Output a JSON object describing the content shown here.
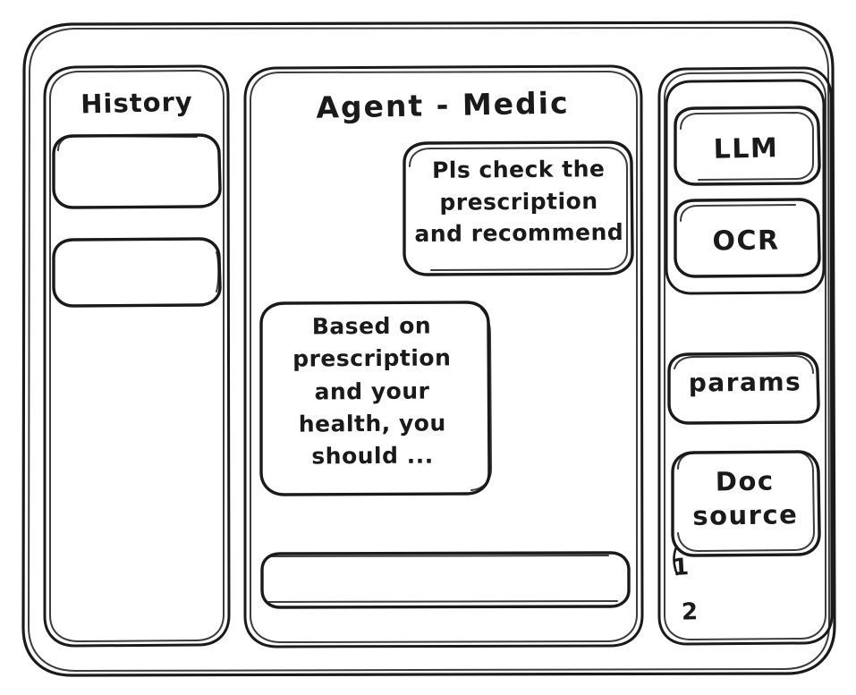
{
  "window": {
    "name": "agent-medic-wireframe",
    "stroke_color": "#1a1a1a",
    "background_color": "#ffffff"
  },
  "sidebar_left": {
    "title": "History",
    "items": [
      {
        "label": "",
        "name": "history-item-1"
      },
      {
        "label": "",
        "name": "history-item-2"
      }
    ]
  },
  "main": {
    "title": "Agent - Medic",
    "messages": [
      {
        "role": "user",
        "text": "Pls check the\nprescription\nand recommend"
      },
      {
        "role": "assistant",
        "text": "Based on\nprescription\nand your\nhealth, you\nshould ..."
      }
    ],
    "composer": {
      "value": "",
      "placeholder": ""
    }
  },
  "sidebar_right": {
    "models": [
      {
        "label": "LLM",
        "name": "tool-button-llm"
      },
      {
        "label": "OCR",
        "name": "tool-button-ocr"
      }
    ],
    "params_label": "params",
    "doc_source_label": "Doc\nsource",
    "doc_sources": [
      {
        "label": "1"
      },
      {
        "label": "2"
      }
    ]
  }
}
